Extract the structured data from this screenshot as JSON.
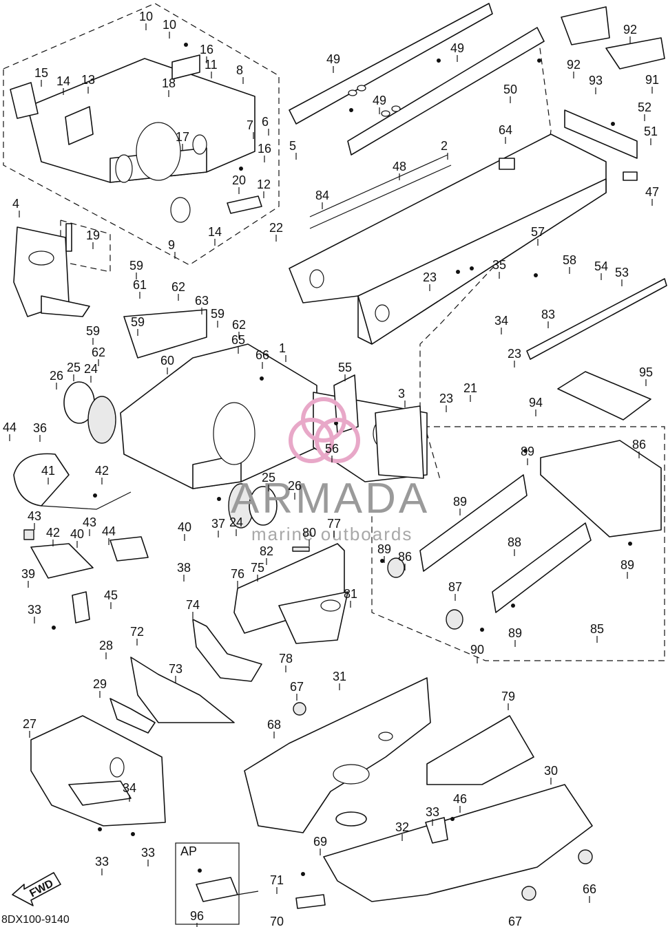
{
  "diagram_code": "8DX100-9140",
  "fwd_label": "FWD",
  "ap_label": "AP",
  "watermark": {
    "brand": "ARMADA",
    "sub": "marine outboards",
    "color": "#e8a8c8"
  },
  "callouts": [
    "1",
    "2",
    "3",
    "4",
    "5",
    "6",
    "7",
    "8",
    "9",
    "10",
    "10",
    "11",
    "12",
    "13",
    "14",
    "14",
    "15",
    "16",
    "16",
    "17",
    "18",
    "19",
    "20",
    "21",
    "22",
    "23",
    "23",
    "23",
    "24",
    "24",
    "25",
    "25",
    "26",
    "26",
    "27",
    "28",
    "29",
    "30",
    "31",
    "32",
    "33",
    "33",
    "33",
    "33",
    "34",
    "34",
    "35",
    "36",
    "37",
    "38",
    "39",
    "40",
    "40",
    "41",
    "42",
    "42",
    "43",
    "43",
    "44",
    "44",
    "45",
    "46",
    "47",
    "48",
    "49",
    "49",
    "49",
    "50",
    "51",
    "52",
    "53",
    "54",
    "55",
    "56",
    "57",
    "58",
    "59",
    "59",
    "59",
    "59",
    "60",
    "61",
    "62",
    "62",
    "62",
    "63",
    "64",
    "65",
    "66",
    "66",
    "67",
    "67",
    "68",
    "69",
    "70",
    "71",
    "72",
    "73",
    "74",
    "75",
    "76",
    "77",
    "78",
    "79",
    "80",
    "81",
    "82",
    "83",
    "84",
    "85",
    "86",
    "86",
    "87",
    "88",
    "89",
    "89",
    "89",
    "89",
    "89",
    "90",
    "91",
    "92",
    "92",
    "93",
    "94",
    "95",
    "96"
  ]
}
